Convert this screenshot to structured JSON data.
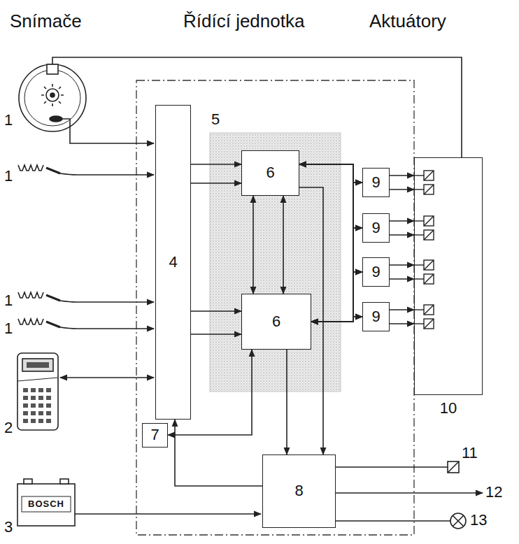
{
  "diagram": {
    "nodes": [
      {
        "text": [
          "4"
        ]
      },
      {
        "text": [
          "5"
        ]
      },
      {
        "text": [
          "6"
        ],
        "in": 1
      },
      {
        "text": [
          "6"
        ],
        "in": 1
      },
      {
        "text": [
          "9"
        ]
      },
      {
        "text": [
          "9"
        ]
      },
      {
        "text": [
          "9"
        ]
      },
      {
        "text": [
          "9"
        ]
      },
      {
        "text": [
          "10"
        ]
      },
      {
        "text": [
          "7"
        ]
      },
      {
        "text": [
          "8"
        ]
      }
    ],
    "edges": [
      {
        "from": 0,
        "to": 2,
        "arrow": "to"
      },
      {
        "from": 0,
        "to": 2,
        "arrow": "to"
      },
      {
        "from": 0,
        "to": 3,
        "arrow": "to"
      },
      {
        "from": 0,
        "to": 3,
        "arrow": "to"
      },
      {
        "from": 2,
        "to": 3,
        "arrow": "both"
      },
      {
        "from": 2,
        "to": 3,
        "arrow": "both"
      },
      {
        "from": 2,
        "to": 4,
        "arrow": "both"
      },
      {
        "from": 2,
        "to": 5,
        "arrow": "both"
      },
      {
        "from": 2,
        "to": 6,
        "arrow": "both"
      },
      {
        "from": 2,
        "to": 7,
        "arrow": "both"
      },
      {
        "from": 3,
        "to": 4,
        "arrow": "both"
      },
      {
        "from": 3,
        "to": 5,
        "arrow": "both"
      },
      {
        "from": 3,
        "to": 6,
        "arrow": "both"
      },
      {
        "from": 3,
        "to": 7,
        "arrow": "both"
      },
      {
        "from": 4,
        "to": 8,
        "arrow": "to"
      },
      {
        "from": 4,
        "to": 8,
        "arrow": "to"
      },
      {
        "from": 5,
        "to": 8,
        "arrow": "to"
      },
      {
        "from": 5,
        "to": 8,
        "arrow": "to"
      },
      {
        "from": 6,
        "to": 8,
        "arrow": "to"
      },
      {
        "from": 6,
        "to": 8,
        "arrow": "to"
      },
      {
        "from": 7,
        "to": 8,
        "arrow": "to"
      },
      {
        "from": 7,
        "to": 8,
        "arrow": "to"
      },
      {
        "from": 3,
        "to": 9,
        "arrow": "both"
      },
      {
        "from": 3,
        "to": 10,
        "arrow": "to"
      },
      {
        "from": 2,
        "to": 10,
        "arrow": "to"
      },
      {
        "from": 10,
        "to": 0,
        "arrow": "to"
      }
    ],
    "labels": [
      "Snímače",
      "Řídící jednotka",
      "Aktuátory",
      "1",
      "1",
      "1",
      "1",
      "2",
      "3",
      "BOSCH",
      "11",
      "12",
      "13"
    ]
  }
}
